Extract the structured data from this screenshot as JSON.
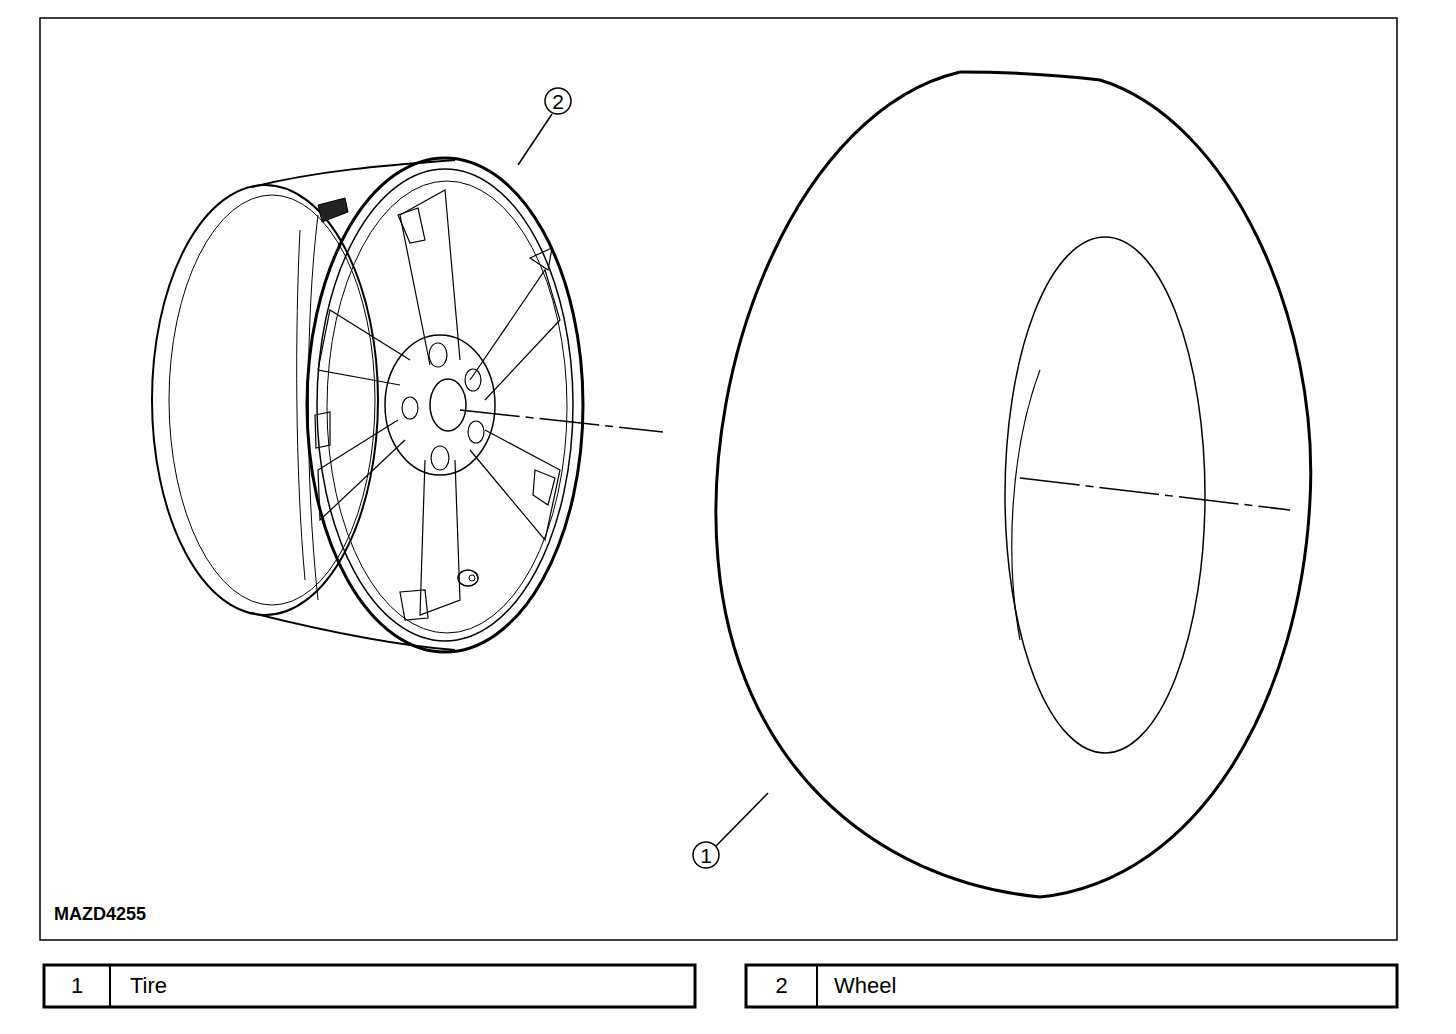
{
  "diagram": {
    "labels": [
      "2",
      "1",
      "MAZD4255",
      "1",
      "Tire",
      "2",
      "Wheel"
    ]
  }
}
